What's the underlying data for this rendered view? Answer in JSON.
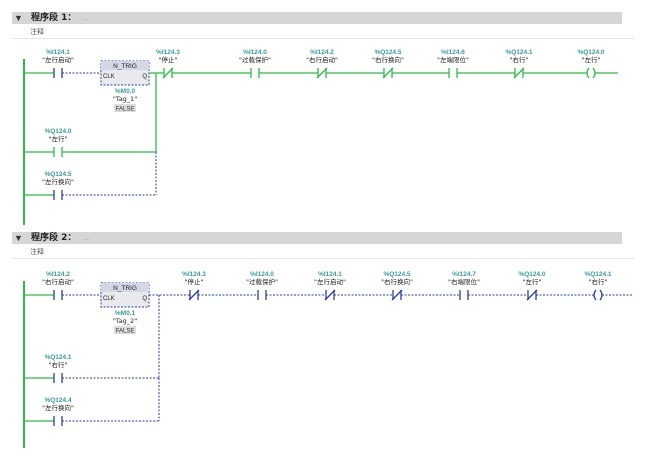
{
  "networks": [
    {
      "title": "程序段 1：",
      "title_extra": "....",
      "comment": "注释",
      "series_contacts": [
        {
          "addr": "%I124.1",
          "sym": "\"左行启动\"",
          "type": "NO",
          "dashed": true
        },
        {
          "addr": "%I124.3",
          "sym": "\"停止\"",
          "type": "NC",
          "dashed": false
        },
        {
          "addr": "%I124.0",
          "sym": "\"过载保护\"",
          "type": "NO",
          "dashed": false
        },
        {
          "addr": "%I124.2",
          "sym": "\"右行启动\"",
          "type": "NC",
          "dashed": false
        },
        {
          "addr": "%Q124.5",
          "sym": "\"右行换向\"",
          "type": "NC",
          "dashed": false
        },
        {
          "addr": "%I124.6",
          "sym": "\"左端限位\"",
          "type": "NO",
          "dashed": false
        },
        {
          "addr": "%Q124.1",
          "sym": "\"右行\"",
          "type": "NC",
          "dashed": false
        }
      ],
      "coil": {
        "addr": "%Q124.0",
        "sym": "\"左行\"",
        "dashed": false
      },
      "box": {
        "title": "N_TRIG",
        "pin_in": "CLK",
        "pin_out": "Q",
        "addr": "%M0.0",
        "tag": "\"Tag_1\"",
        "state": "FALSE"
      },
      "branches": [
        {
          "addr": "%Q124.0",
          "sym": "\"左行\"",
          "dashed": false
        },
        {
          "addr": "%Q124.5",
          "sym": "\"左行换向\"",
          "dashed": true
        }
      ]
    },
    {
      "title": "程序段 2：",
      "title_extra": "....",
      "comment": "注释",
      "series_contacts": [
        {
          "addr": "%I124.2",
          "sym": "\"右行启动\"",
          "type": "NO",
          "dashed": true
        },
        {
          "addr": "%I124.3",
          "sym": "\"停止\"",
          "type": "NC",
          "dashed": true
        },
        {
          "addr": "%I124.0",
          "sym": "\"过载保护\"",
          "type": "NO",
          "dashed": true
        },
        {
          "addr": "%I124.1",
          "sym": "\"左行启动\"",
          "type": "NC",
          "dashed": true
        },
        {
          "addr": "%Q124.5",
          "sym": "\"右行换向\"",
          "type": "NC",
          "dashed": true
        },
        {
          "addr": "%I124.7",
          "sym": "\"右端限位\"",
          "type": "NO",
          "dashed": true
        },
        {
          "addr": "%Q124.0",
          "sym": "\"左行\"",
          "type": "NC",
          "dashed": true
        }
      ],
      "coil": {
        "addr": "%Q124.1",
        "sym": "\"右行\"",
        "dashed": true
      },
      "box": {
        "title": "N_TRIG",
        "pin_in": "CLK",
        "pin_out": "Q",
        "addr": "%M0.1",
        "tag": "\"Tag_2\"",
        "state": "FALSE"
      },
      "branches": [
        {
          "addr": "%Q124.1",
          "sym": "\"右行\"",
          "dashed": true
        },
        {
          "addr": "%Q124.4",
          "sym": "\"左行换向\"",
          "dashed": true
        }
      ]
    }
  ],
  "colors": {
    "energized": "#2fb94a",
    "deenergized": "#2b3f9e",
    "address": "#3a9c9c",
    "header": "#d6d6d6"
  }
}
